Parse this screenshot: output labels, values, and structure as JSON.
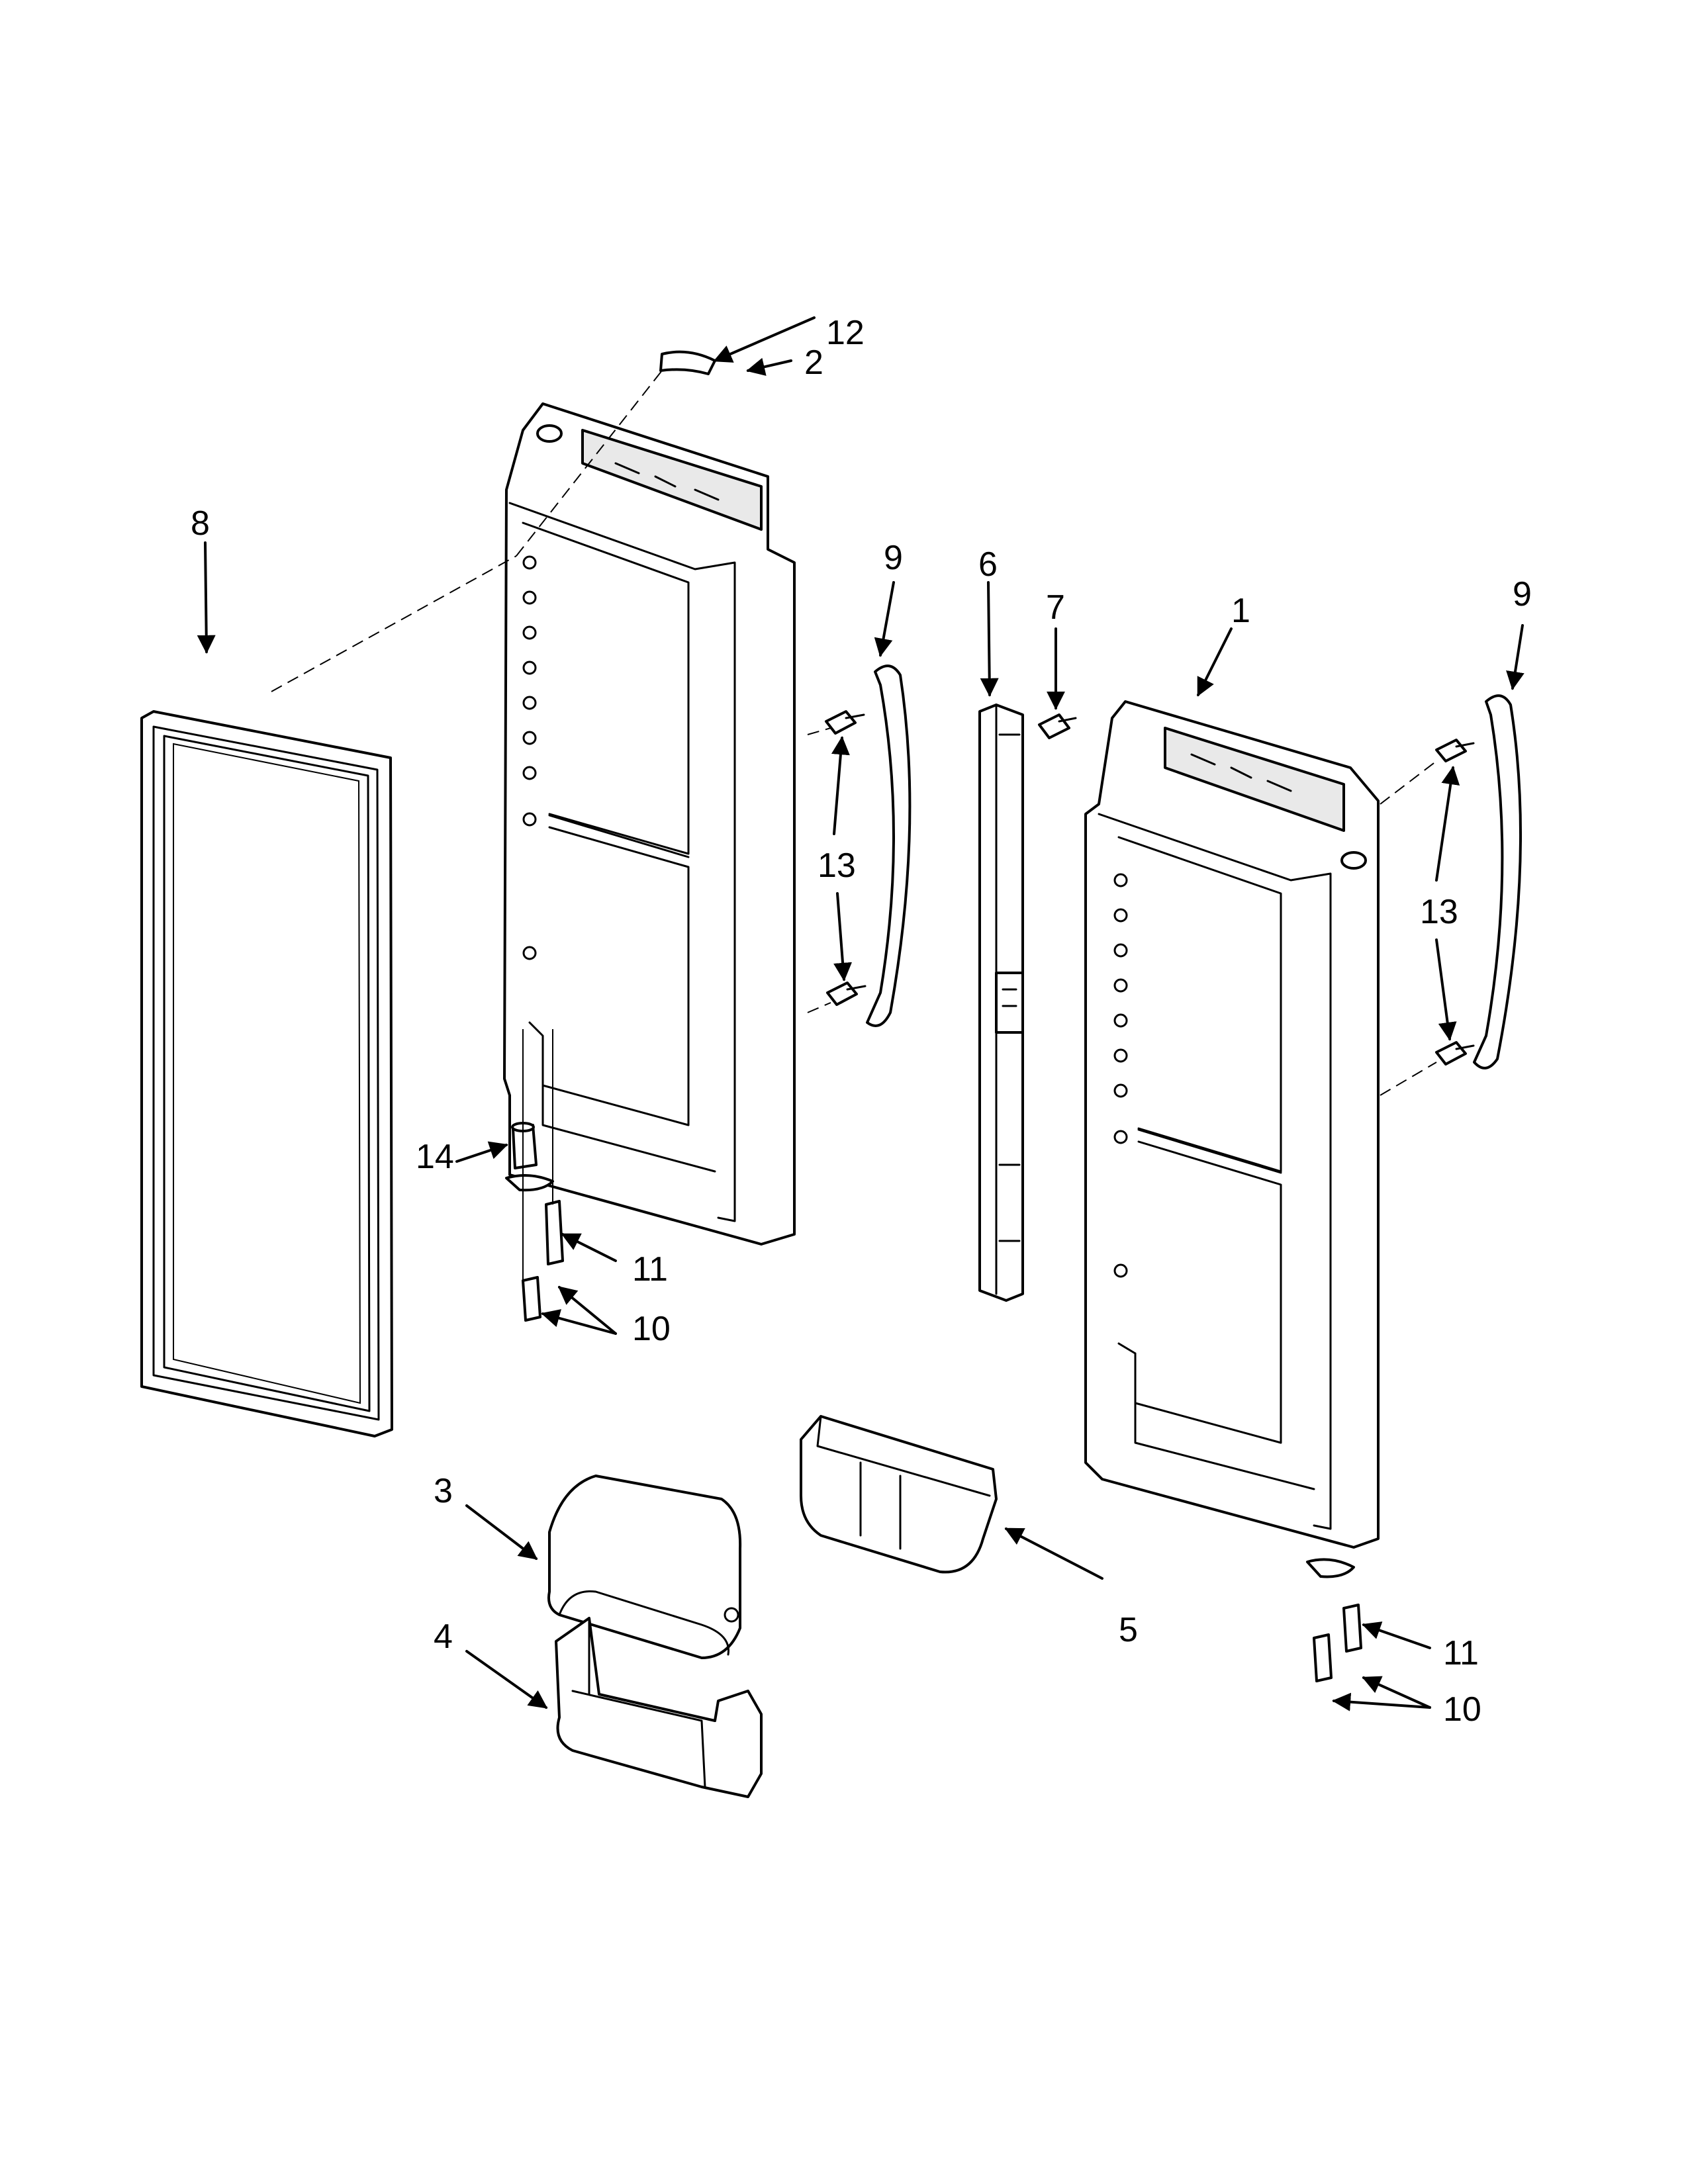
{
  "callouts": {
    "c1": "1",
    "c2": "2",
    "c3": "3",
    "c4": "4",
    "c5": "5",
    "c6": "6",
    "c7": "7",
    "c8": "8",
    "c9a": "9",
    "c9b": "9",
    "c10a": "10",
    "c10b": "10",
    "c11a": "11",
    "c11b": "11",
    "c12": "12",
    "c13a": "13",
    "c13b": "13",
    "c14": "14"
  },
  "colors": {
    "line": "#000000",
    "background": "#ffffff",
    "shade": "#e9e9e9"
  }
}
